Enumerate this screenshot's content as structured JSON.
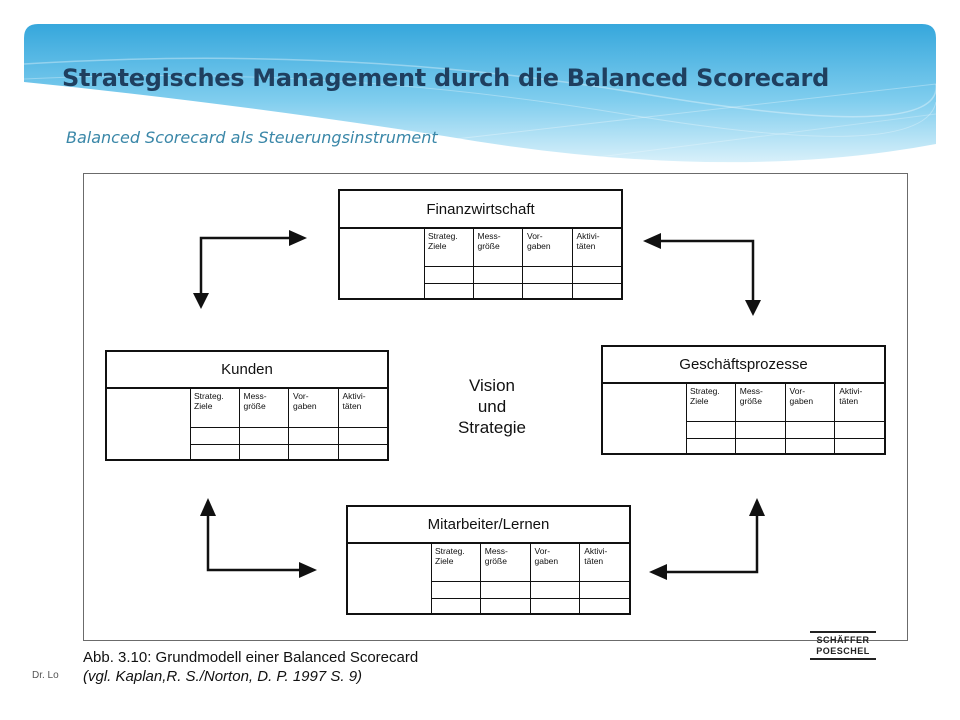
{
  "slide": {
    "title": "Strategisches Management durch die Balanced Scorecard",
    "subtitle": "Balanced Scorecard als Steuerungsinstrument",
    "footer": "Dr. Lo"
  },
  "diagram": {
    "column_labels": [
      "Strateg.\nZiele",
      "Mess-\ngröße",
      "Vor-\ngaben",
      "Aktivi-\ntäten"
    ],
    "perspectives": {
      "finanz": "Finanzwirtschaft",
      "kunden": "Kunden",
      "prozesse": "Geschäftsprozesse",
      "lernen": "Mitarbeiter/Lernen"
    },
    "center": [
      "Vision",
      "und",
      "Strategie"
    ],
    "caption": [
      "Abb. 3.10: Grundmodell einer Balanced Scorecard",
      "(vgl. Kaplan,R. S./Norton, D. P.  1997 S. 9)"
    ],
    "publisher": [
      "SCHÄFFER",
      "POESCHEL"
    ]
  },
  "colors": {
    "title": "#1f3f5f",
    "subtitle": "#3a87a8",
    "banner": "#3fb0e0"
  }
}
